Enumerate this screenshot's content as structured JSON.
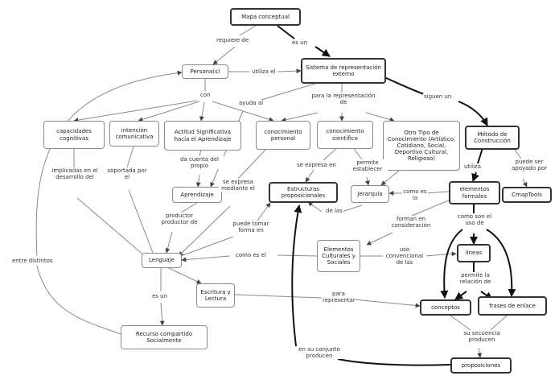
{
  "nodes": {
    "mapa": "Mapa conceptual",
    "personas": "Persona(s)",
    "sistema": "Sistema de representación externo",
    "metodo": "Método de Construcción",
    "cmaptools": "CmapTools",
    "capacidades": "capacidades cognitivas",
    "intencion": "intención comunicativa",
    "actitud": "Actitud Significativa hacia el Aprendizaje",
    "conoc_personal": "conocimiento personal",
    "conoc_cientifico": "conocimiento científico",
    "otro_tipo": "Otro Tipo de Conocimiento (Artístico, Cotidiano, Social, Deportivo Cultural, Religioso)",
    "estructuras": "Estructuras proposicionales",
    "jerarquia": "Jerarquía",
    "elementos_formales": "elementos formales",
    "aprendizaje": "Aprendizaje",
    "lenguaje": "Lenguaje",
    "elementos_culturales": "Elementos Culturales y Sociales",
    "lineas": "líneas",
    "escritura": "Escritura y Lectura",
    "conceptos": "conceptos",
    "frases": "frases de enlace",
    "recurso": "Recurso compartido Socialmente",
    "proposiciones": "proposiciones"
  },
  "links": {
    "requiere_de": "requiere de",
    "es_un": "es un",
    "utiliza_el": "utiliza el",
    "con": "con",
    "ayuda_al": "ayuda al",
    "para_la_representacion": "para la representación de",
    "siguen_un": "siguen un",
    "utiliza": "utiliza",
    "puede_ser_apoyado": "puede ser apoyado por",
    "implicadas": "implicadas en el desarrollo del",
    "soportada": "soportada por el",
    "da_cuenta": "da cuenta del propio",
    "se_expresa_mediante": "se expresa mediante el",
    "se_expresa_en": "se expresa en",
    "permite_establecer": "permite establecer",
    "como_es_la": "como es la",
    "de_las": "de las",
    "productor": "productor productor de",
    "puede_tomar_forma": "puede tomar forma en",
    "forman_en": "forman en consideración",
    "como_son_el_uso": "como son el uso de",
    "como_es_el": "como es el",
    "uso_convencional": "uso convencional de las",
    "entre_distintos": "entre distintos",
    "es_un_2": "es un",
    "permite_la_relacion": "permite la relación de",
    "para_representar": "para representar",
    "su_secuencia": "su secuencia producen",
    "en_su_conjunto": "en su conjunto producen"
  }
}
